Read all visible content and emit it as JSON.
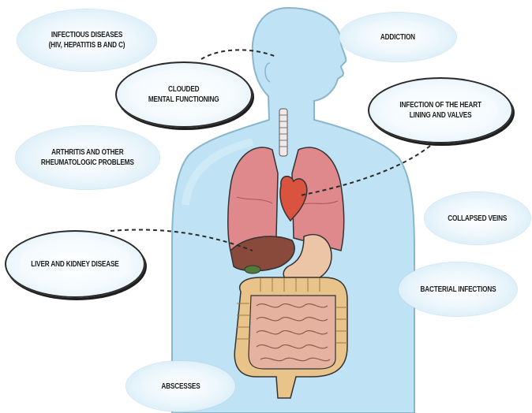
{
  "labels": {
    "infectious": "INFECTIOUS DISEASES\n(HIV, HEPATITIS B AND C)",
    "addiction": "ADDICTION",
    "clouded": "CLOUDED\nMENTAL FUNCTIONING",
    "heart": "INFECTION OF THE HEART\nLINING AND VALVES",
    "arthritis": "ARTHRITIS AND OTHER\nRHEUMATOLOGIC PROBLEMS",
    "veins": "COLLAPSED VEINS",
    "liver": "LIVER AND KIDNEY DISEASE",
    "bacterial": "BACTERIAL INFECTIONS",
    "abscesses": "ABSCESSES"
  },
  "colors": {
    "body_fill": "#bfe3f4",
    "body_outline": "#8ab6cc",
    "lung": "#e0898c",
    "heart": "#d9533f",
    "liver": "#8a4a3b",
    "stomach": "#ecc4a6",
    "intestine": "#e8c48a",
    "bubble_edge": "#cfe8f5",
    "leader_line": "#2a2a2a"
  }
}
